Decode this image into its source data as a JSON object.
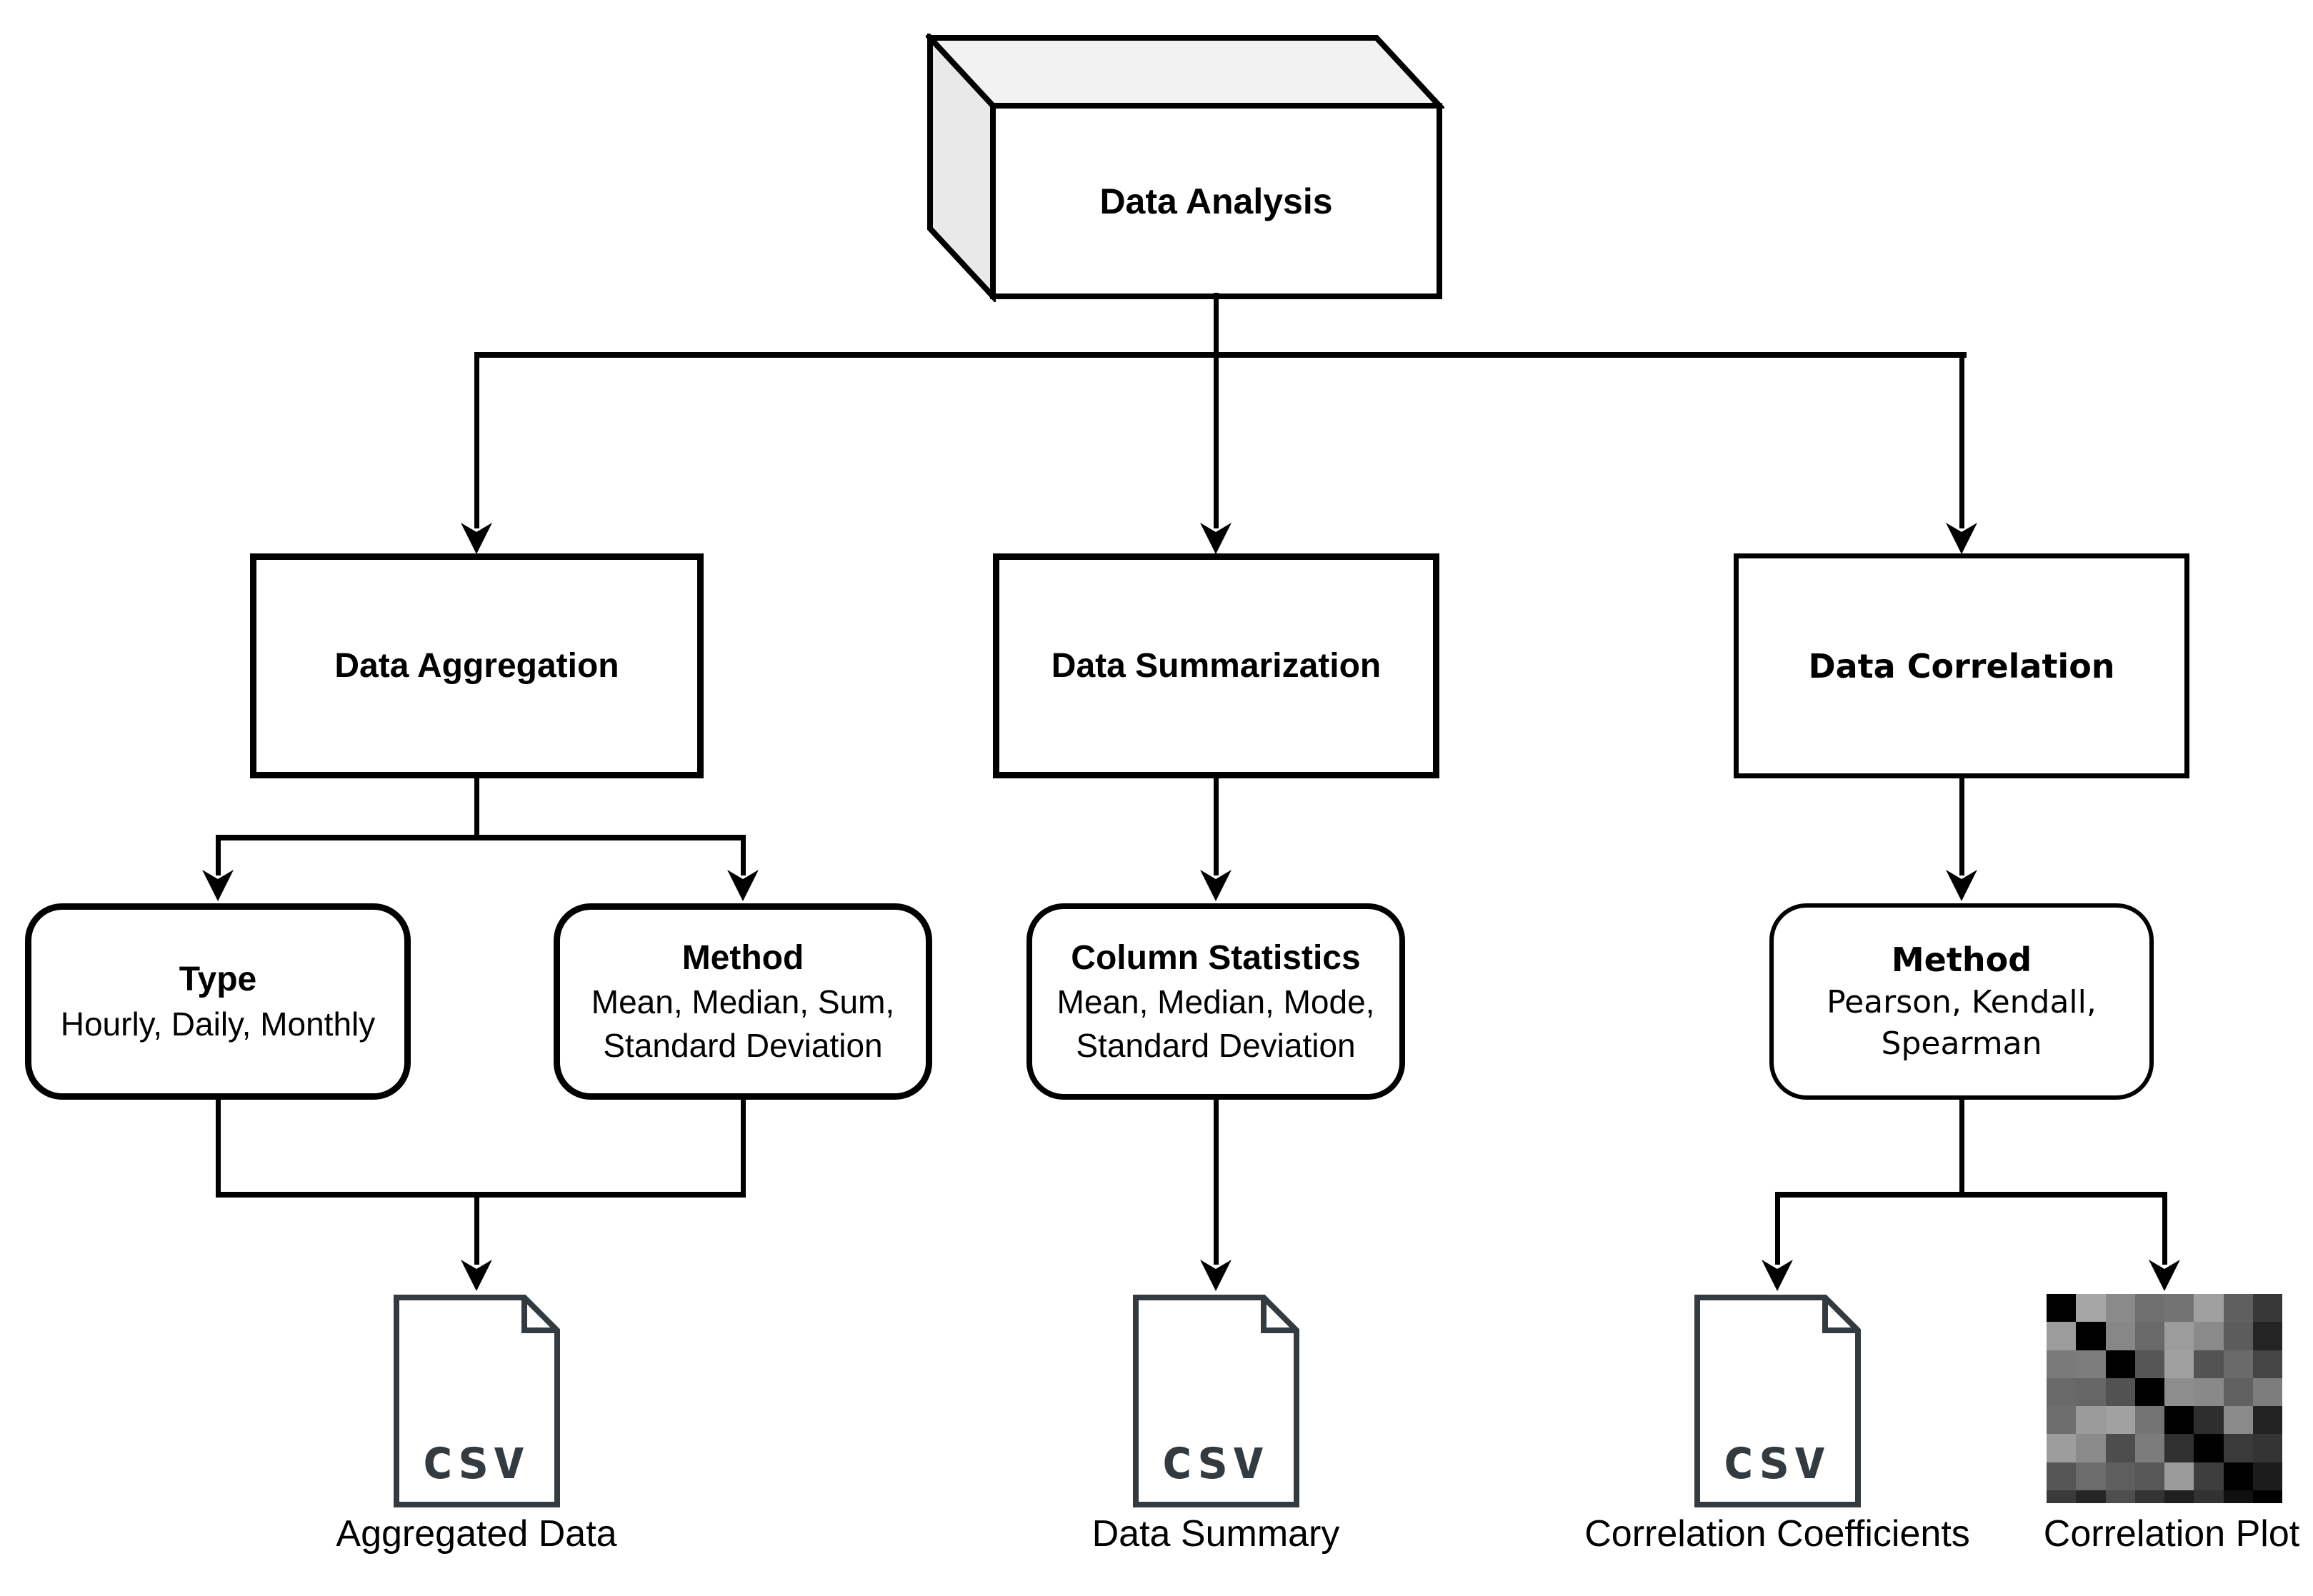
{
  "diagram": {
    "root": {
      "label": "Data Analysis"
    },
    "branches": [
      {
        "label": "Data Aggregation"
      },
      {
        "label": "Data Summarization"
      },
      {
        "label": "Data Correlation"
      }
    ],
    "detail_nodes": [
      {
        "title": "Type",
        "line1": "Hourly, Daily, Monthly",
        "line2": ""
      },
      {
        "title": "Method",
        "line1": "Mean, Median, Sum,",
        "line2": "Standard Deviation"
      },
      {
        "title": "Column Statistics",
        "line1": "Mean, Median, Mode,",
        "line2": "Standard Deviation"
      },
      {
        "title": "Method",
        "line1": "Pearson, Kendall,",
        "line2": "Spearman"
      }
    ],
    "outputs": [
      {
        "type": "csv-file",
        "icon_text": "csv",
        "label": "Aggregated Data"
      },
      {
        "type": "csv-file",
        "icon_text": "csv",
        "label": "Data Summary"
      },
      {
        "type": "csv-file",
        "icon_text": "csv",
        "label": "Correlation Coefficients"
      },
      {
        "type": "heatmap-image",
        "label": "Correlation Plot"
      }
    ],
    "colors": {
      "line": "#000000",
      "node_fill": "#ffffff",
      "box_side_face": "#e9e9e9",
      "box_top_face": "#f2f2f2",
      "csv_stroke": "#343b40",
      "heatmap_diagonal": "#000000"
    }
  },
  "chart_data": {
    "type": "heatmap",
    "title": "Correlation Plot",
    "rows": 8,
    "cols": 8,
    "legend_position": "none",
    "note": "grayscale correlation matrix, perfect-correlation black diagonal, last row clipped",
    "colors": [
      [
        "#000000",
        "#a6a6a6",
        "#8a8a8a",
        "#6f6f6f",
        "#737373",
        "#a0a0a0",
        "#5f5f5f",
        "#383838"
      ],
      [
        "#9c9c9c",
        "#000000",
        "#878787",
        "#696969",
        "#9c9c9c",
        "#8a8a8a",
        "#5c5c5c",
        "#242424"
      ],
      [
        "#7a7a7a",
        "#7d7d7d",
        "#000000",
        "#565656",
        "#a0a0a0",
        "#535353",
        "#6a6a6a",
        "#454545"
      ],
      [
        "#696969",
        "#666666",
        "#525252",
        "#000000",
        "#8d8d8d",
        "#898989",
        "#616161",
        "#7d7d7d"
      ],
      [
        "#6e6e6e",
        "#9b9b9b",
        "#a1a1a1",
        "#747474",
        "#000000",
        "#2e2e2e",
        "#8a8a8a",
        "#232323"
      ],
      [
        "#9d9d9d",
        "#8a8a8a",
        "#4d4d4d",
        "#7c7c7c",
        "#303030",
        "#000000",
        "#3b3b3b",
        "#343434"
      ],
      [
        "#565656",
        "#6c6c6c",
        "#5f5f5f",
        "#575757",
        "#9b9b9b",
        "#3e3e3e",
        "#000000",
        "#1c1c1c"
      ],
      [
        "#3a3a3a",
        "#262626",
        "#4e4e4e",
        "#343434",
        "#202020",
        "#323232",
        "#101010",
        "#000000"
      ]
    ]
  }
}
